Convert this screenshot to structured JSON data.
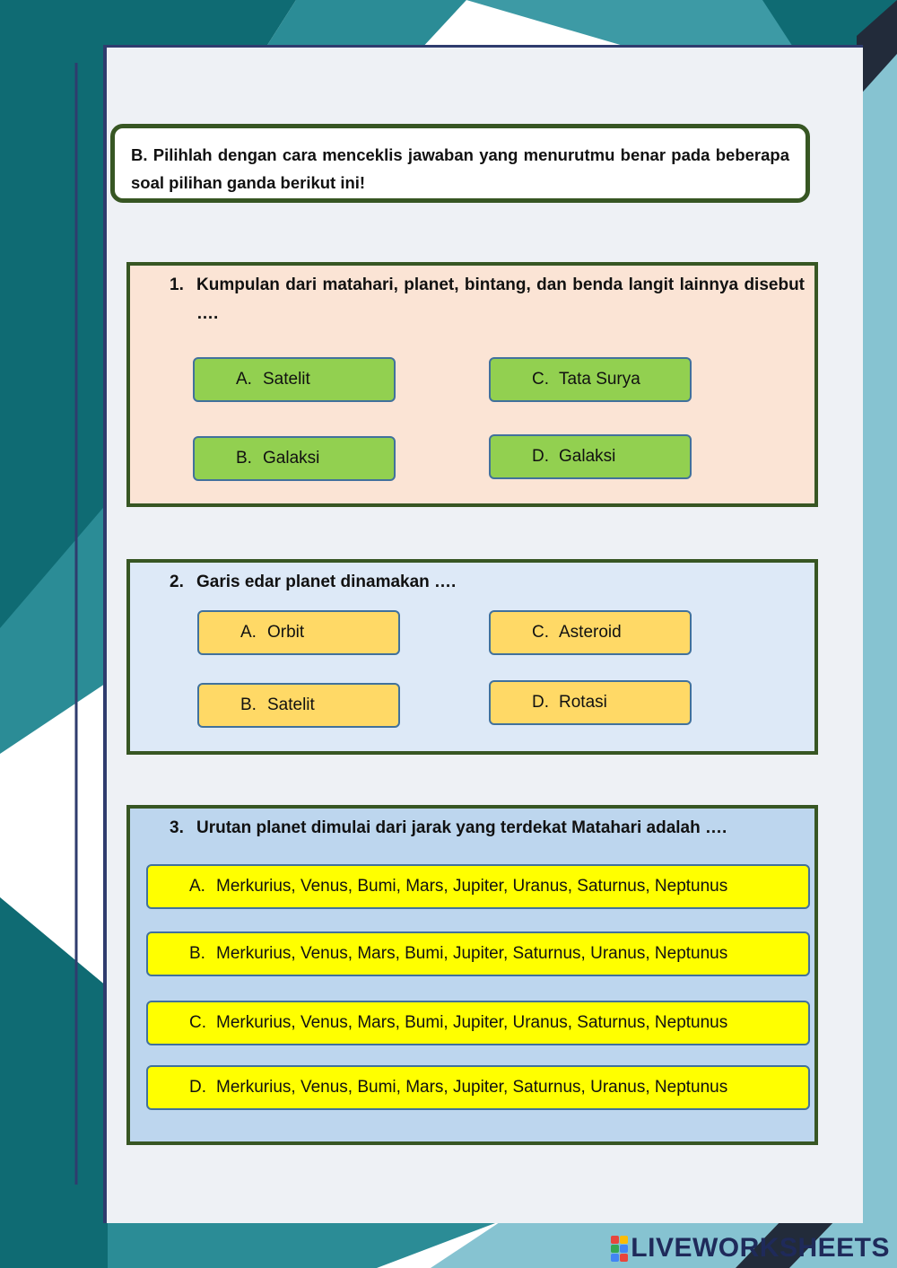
{
  "instruction": "B. Pilihlah dengan cara menceklis jawaban yang menurutmu benar pada beberapa soal   pilihan ganda berikut ini!",
  "questions": [
    {
      "number": "1.",
      "text": "Kumpulan dari matahari, planet, bintang, dan benda langit lainnya disebut ….",
      "options": [
        {
          "letter": "A.",
          "label": "Satelit"
        },
        {
          "letter": "B.",
          "label": "Galaksi"
        },
        {
          "letter": "C.",
          "label": "Tata Surya"
        },
        {
          "letter": "D.",
          "label": "Galaksi"
        }
      ]
    },
    {
      "number": "2.",
      "text": "Garis edar planet dinamakan ….",
      "options": [
        {
          "letter": "A.",
          "label": "Orbit"
        },
        {
          "letter": "B.",
          "label": "Satelit"
        },
        {
          "letter": "C.",
          "label": "Asteroid"
        },
        {
          "letter": "D.",
          "label": "Rotasi"
        }
      ]
    },
    {
      "number": "3.",
      "text": "Urutan planet dimulai dari jarak yang terdekat Matahari adalah ….",
      "options": [
        {
          "letter": "A.",
          "label": "Merkurius, Venus, Bumi, Mars, Jupiter, Uranus, Saturnus, Neptunus"
        },
        {
          "letter": "B.",
          "label": "Merkurius, Venus, Mars, Bumi, Jupiter, Saturnus, Uranus, Neptunus"
        },
        {
          "letter": "C.",
          "label": "Merkurius, Venus, Mars, Bumi, Jupiter, Uranus, Saturnus, Neptunus"
        },
        {
          "letter": "D.",
          "label": "Merkurius, Venus, Bumi, Mars, Jupiter, Saturnus, Uranus, Neptunus"
        }
      ]
    }
  ],
  "footer": {
    "brand": "LIVEWORKSHEETS",
    "icon": "liveworksheets-logo-icon"
  },
  "colors": {
    "frame_teal": "#0f6b73",
    "frame_light": "#86c3d1",
    "box_border": "#375623",
    "q1_bg": "#fbe4d5",
    "q2_bg": "#dde9f7",
    "q3_bg": "#bdd6ee",
    "option_green": "#92d050",
    "option_orange": "#ffd966",
    "option_yellow": "#ffff00"
  }
}
